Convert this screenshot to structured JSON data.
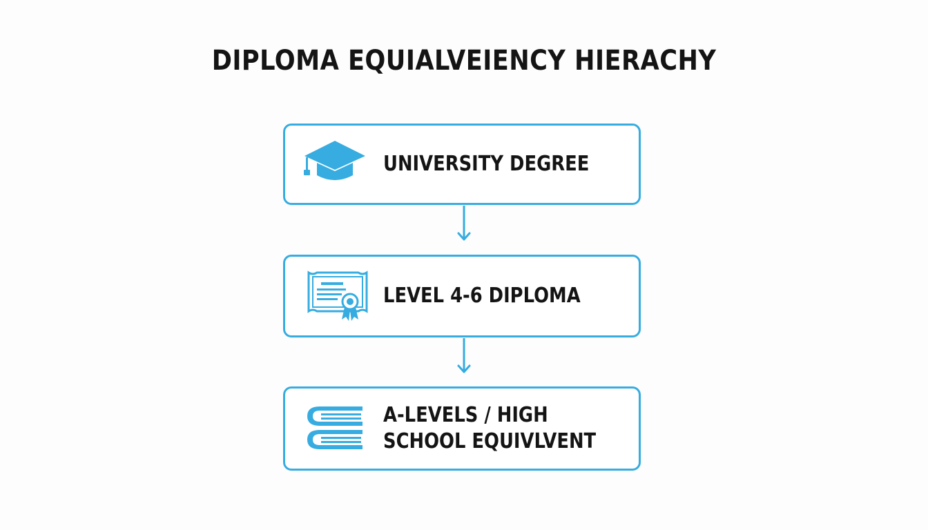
{
  "title": "DIPLOMA EQUIALVEIENCY HIERACHY",
  "levels": [
    {
      "label": "UNIVERSITY DEGREE",
      "icon": "graduation-cap-icon"
    },
    {
      "label": "LEVEL 4-6 DIPLOMA",
      "icon": "certificate-icon"
    },
    {
      "label": "A-LEVELS / HIGH\nSCHOOL EQUIVLVENT",
      "icon": "books-icon"
    }
  ],
  "colors": {
    "accent": "#36ace0",
    "text": "#141414",
    "background": "#fdfdfd"
  }
}
